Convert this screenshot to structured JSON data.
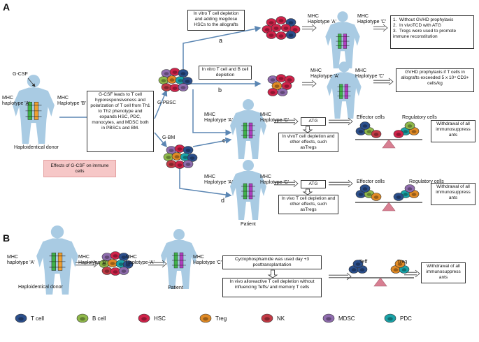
{
  "panel_labels": {
    "a": "A",
    "b": "B"
  },
  "texts": {
    "gcsf": "G-CSF",
    "mhc": "MHC",
    "hap_a": "haplotype 'A'",
    "hap_a2": "Haplotype 'A'",
    "hap_b": "Haplotype 'B'",
    "hap_c": "Haplotype 'C'",
    "haplo_donor": "Haploidentical donor",
    "patient": "Patient",
    "g_pbsc": "G-PBSC",
    "g_bm": "G-BM",
    "route_a": "a",
    "route_b": "b",
    "route_c": "c",
    "route_d": "d",
    "effector": "Effector cells",
    "regulatory": "Regulatory cells",
    "atg": "ATG",
    "teff": "Teff",
    "treg_label": "Treg"
  },
  "boxes": {
    "gcsf_desc": "G-CSF leads to T cell hyporesponsiveness and polarization of T cell from Th1 to Th2 phenotype and expands HSC, PDC, monocytes, and MDSC both in PBSCs and BM.",
    "effects": "Effects of G-CSF on immune cells",
    "a_top": "In vitro T cell depletion and adding megdose HSCs to the allografts",
    "a_list": [
      "Without GVHD prophylaxis",
      "In vivoTCD with ATG",
      "Tregs were used to promote immune reconstitution"
    ],
    "b_top": "In vitro T cell and B cell depletion",
    "b_right": "GVHD prophylaxis if T cells in allografts exceeded 5 x 10⁴ CD3+ cells/kg",
    "c_desc": "In vivoT cell depletion and other effects, such asTregs",
    "d_desc": "In vivo T cell depletion and other effects, such asTregs",
    "withdrawal": "Withdrawal of all immunosuppress ants",
    "withdrawal2": "Withdrawal of all immunosuppress ants",
    "b_cyclo": "Cyclophosphamide was used day +3 posttransplantation",
    "b_invivo": "In vivo alloreactive T cell depletion without influencing Teffs/ and memory T cells",
    "b_withdrawal": "Withdrawal of all immunosuppress ants"
  },
  "legend": [
    {
      "label": "T cell",
      "color": "#2b4f8c"
    },
    {
      "label": "B cell",
      "color": "#8fb84a"
    },
    {
      "label": "HSC",
      "color": "#d0234a"
    },
    {
      "label": "Treg",
      "color": "#e08a25"
    },
    {
      "label": "NK",
      "color": "#c23a45"
    },
    {
      "label": "MDSC",
      "color": "#8f6cae"
    },
    {
      "label": "PDC",
      "color": "#1aa3a8"
    }
  ],
  "colors": {
    "body": "#a9cbe3",
    "arrow": "#5b86b3",
    "chrom_green": "#3fb24a",
    "chrom_orange": "#f0a030",
    "chrom_purple": "#b03fc0",
    "effects_bg": "#f6c7c7",
    "scale": "#d87f92"
  }
}
